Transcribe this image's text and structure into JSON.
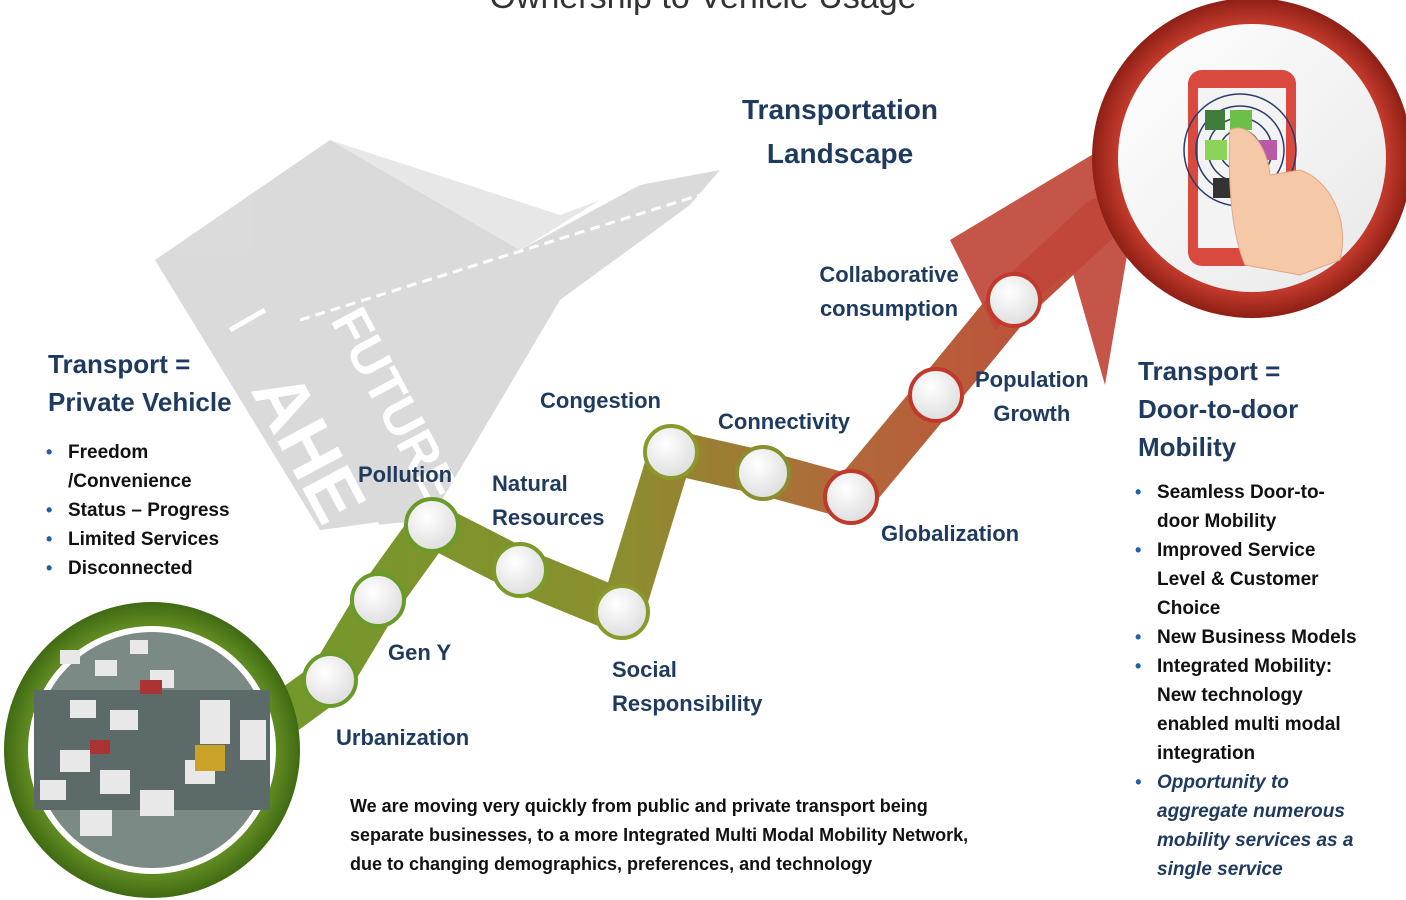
{
  "title": "Ownership to Vehicle Usage",
  "landscape": {
    "line1": "Transportation",
    "line2": "Landscape"
  },
  "road_sign": {
    "word1": "FUTURE",
    "word2": "AHEAD"
  },
  "left": {
    "heading1": "Transport =",
    "heading2": "Private Vehicle",
    "bullets": [
      "Freedom",
      "/Convenience",
      "Status – Progress",
      "Limited Services",
      "Disconnected"
    ]
  },
  "right": {
    "heading1": "Transport =",
    "heading2": "Door-to-door",
    "heading3": "Mobility",
    "bullets": [
      "Seamless Door-to-",
      "door Mobility",
      "Improved Service",
      "Level & Customer",
      "Choice",
      "New Business Models",
      "Integrated Mobility:",
      "New technology",
      "enabled multi modal",
      "integration",
      "Opportunity to",
      "aggregate numerous",
      "mobility services as a",
      "single service"
    ]
  },
  "steps": {
    "urbanization": "Urbanization",
    "gen_y": "Gen Y",
    "pollution": "Pollution",
    "natural_1": "Natural",
    "natural_2": "Resources",
    "social_1": "Social",
    "social_2": "Responsibility",
    "congestion": "Congestion",
    "connectivity": "Connectivity",
    "globalization": "Globalization",
    "population_1": "Population",
    "population_2": "Growth",
    "collab_1": "Collaborative",
    "collab_2": "consumption"
  },
  "note": {
    "line1": "We are moving very quickly from public and private transport being",
    "line2": "separate businesses, to a more Integrated Multi Modal Mobility Network,",
    "line3": "due to changing demographics, preferences, and technology"
  },
  "colors": {
    "green": "#6f9a2c",
    "olive": "#8a8a30",
    "red": "#c0392b",
    "navy": "#1f3a5f"
  }
}
